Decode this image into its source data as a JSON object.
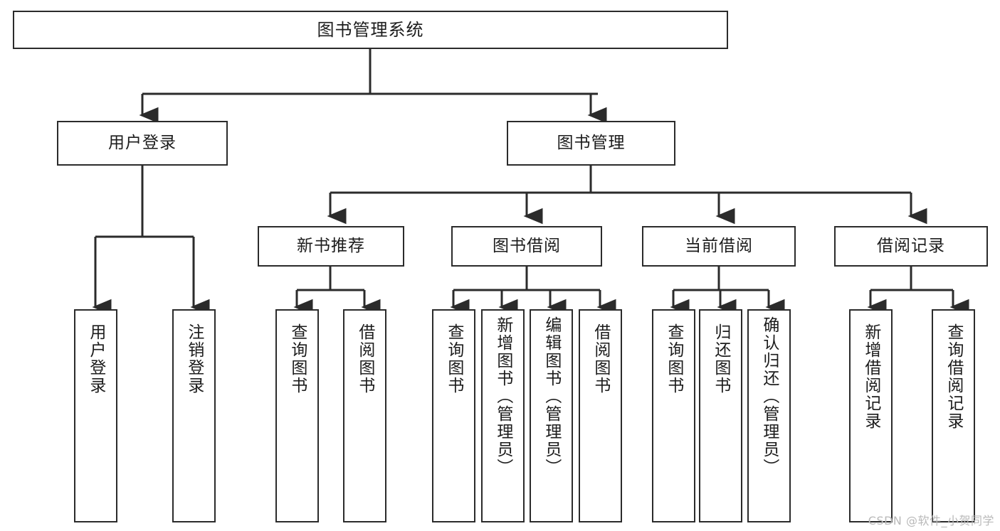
{
  "diagram": {
    "title": "图书管理系统",
    "watermark": "CSDN @软件_小贺同学",
    "line_color": "#2b2b2b",
    "box_fill": "#ffffff",
    "text_color": "#1c1c1c",
    "watermark_color": "#b9b9b9",
    "root": {
      "label": "图书管理系统"
    },
    "level2": [
      {
        "label": "用户登录"
      },
      {
        "label": "图书管理"
      }
    ],
    "level3": [
      {
        "label": "新书推荐"
      },
      {
        "label": "图书借阅"
      },
      {
        "label": "当前借阅"
      },
      {
        "label": "借阅记录"
      }
    ],
    "leaves": {
      "user_login": [
        {
          "label": "用户登录"
        },
        {
          "label": "注销登录"
        }
      ],
      "new_book_recommend": [
        {
          "label": "查询图书"
        },
        {
          "label": "借阅图书"
        }
      ],
      "book_borrow": [
        {
          "label": "查询图书"
        },
        {
          "label": "新增图书（管理员）"
        },
        {
          "label": "编辑图书（管理员）"
        },
        {
          "label": "借阅图书"
        }
      ],
      "current_borrow": [
        {
          "label": "查询图书"
        },
        {
          "label": "归还图书"
        },
        {
          "label": "确认归还（管理员）"
        }
      ],
      "borrow_record": [
        {
          "label": "新增借阅记录"
        },
        {
          "label": "查询借阅记录"
        }
      ]
    }
  }
}
